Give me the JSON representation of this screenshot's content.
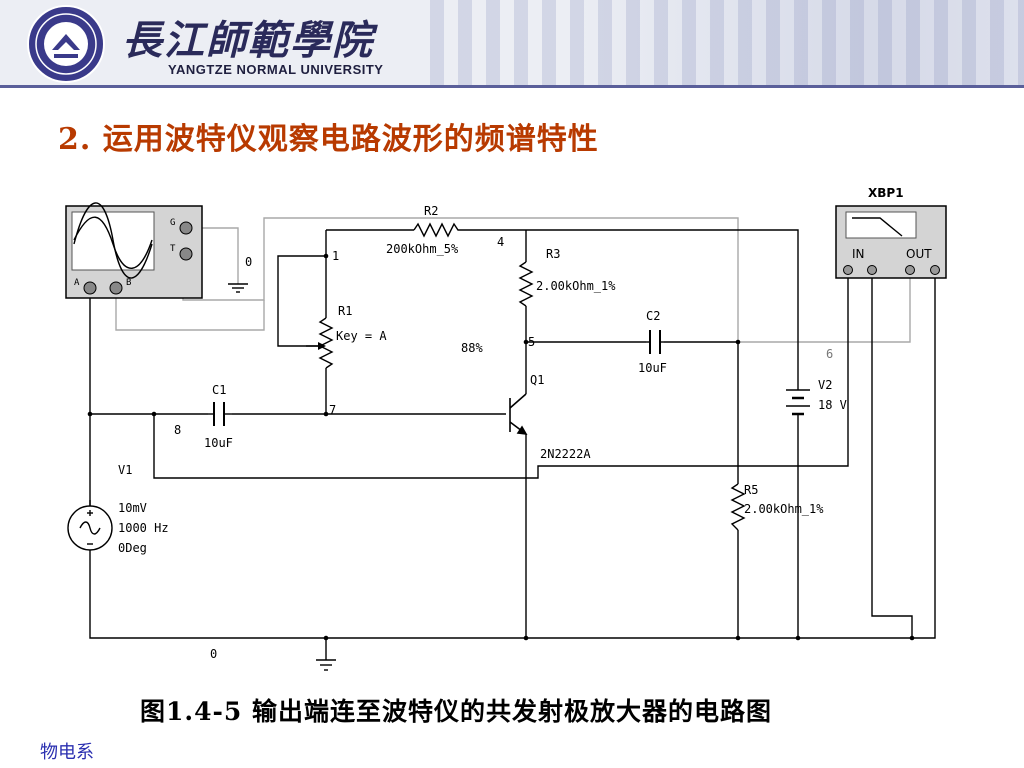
{
  "header": {
    "university_cn": "長江師範學院",
    "university_en": "YANGTZE NORMAL UNIVERSITY"
  },
  "slide": {
    "title": "2.  运用波特仪观察电路波形的频谱特性",
    "caption": "图1.4-5  输出端连至波特仪的共发射极放大器的电路图",
    "footer": "物电系"
  },
  "circuit": {
    "oscilloscope": {
      "t_label": "T",
      "g_label": "G",
      "a_label": "A",
      "b_label": "B"
    },
    "nodes": {
      "n0a": "0",
      "n1": "1",
      "n4": "4",
      "n5": "5",
      "n6": "6",
      "n7": "7",
      "n8": "8",
      "n0b": "0"
    },
    "R2": {
      "name": "R2",
      "value": "200kOhm_5%"
    },
    "R3": {
      "name": "R3",
      "value": "2.00kOhm_1%"
    },
    "R1": {
      "name": "R1",
      "value": "Key = A",
      "percent": "88%"
    },
    "R5": {
      "name": "R5",
      "value": "2.00kOhm_1%"
    },
    "C1": {
      "name": "C1",
      "value": "10uF"
    },
    "C2": {
      "name": "C2",
      "value": "10uF"
    },
    "Q1": {
      "name": "Q1",
      "model": "2N2222A"
    },
    "V1": {
      "name": "V1",
      "amp": "10mV",
      "freq": "1000 Hz",
      "phase": "0Deg"
    },
    "V2": {
      "name": "V2",
      "value": "18 V"
    },
    "XBP1": {
      "name": "XBP1",
      "in_label": "IN",
      "out_label": "OUT"
    }
  }
}
